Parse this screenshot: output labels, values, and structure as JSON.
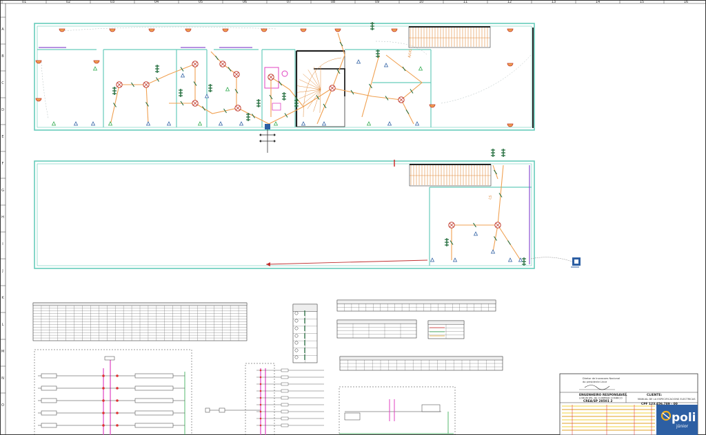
{
  "rulers": {
    "top": [
      "01",
      "02",
      "03",
      "04",
      "05",
      "06",
      "07",
      "08",
      "09",
      "10",
      "11",
      "12",
      "13",
      "14",
      "15",
      "16"
    ],
    "left": [
      "A",
      "B",
      "C",
      "D",
      "E",
      "F",
      "G",
      "H",
      "I",
      "J",
      "K",
      "L",
      "M",
      "N",
      "O"
    ]
  },
  "room_labels": [
    "A/UG",
    "LS"
  ],
  "title_block": {
    "cliente_label": "CLIENTE:",
    "cliente_line": "MANUAL DE LA ESPECIFICACIONS ELECTRICAS",
    "engineer_label": "ENGENHEIRO RESPONSAVEL",
    "engineer_sub": "LORUM IPIL DE CUMPIND CONRICO",
    "crea_label": "CREA/SP 28501 2",
    "cpf_label": "CPF 123.456.789 - 00",
    "stamp_line1": "Diretor de Inovacoes Nacional",
    "stamp_line2": "do presidente Lince",
    "logo_main": "poli",
    "logo_sub": "júnior"
  },
  "colors": {
    "wall": "#66ccbb",
    "wire": "#f0a050",
    "stair": "#e08a3a",
    "accent": "#2d5fa3",
    "pink": "#e040c0"
  },
  "icons": [
    "ceiling-light-icon",
    "wall-outlet-icon",
    "switch-icon",
    "electrical-panel-icon",
    "logo-icon"
  ]
}
